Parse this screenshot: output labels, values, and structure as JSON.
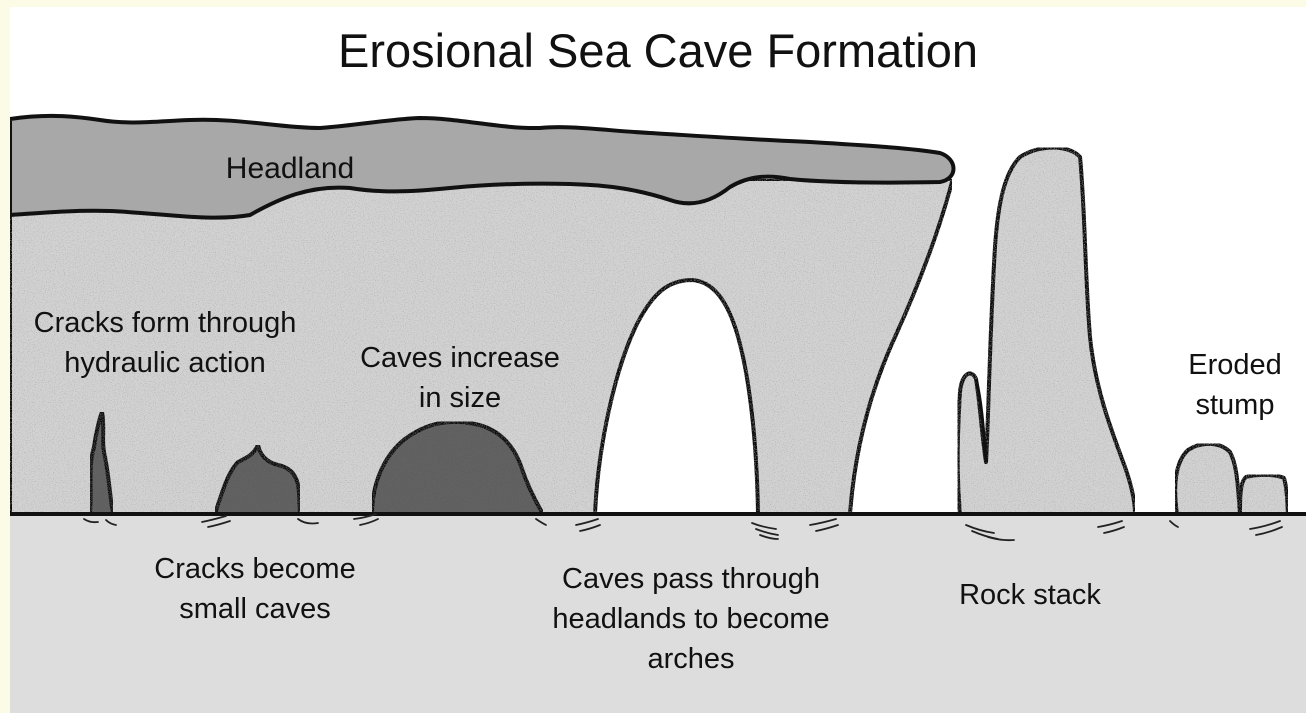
{
  "title": "Erosional Sea Cave Formation",
  "labels": {
    "headland": "Headland",
    "cracks_form": [
      "Cracks form through",
      "hydraulic action"
    ],
    "caves_increase": [
      "Caves increase",
      "in size"
    ],
    "cracks_become": [
      "Cracks become",
      "small caves"
    ],
    "caves_pass": [
      "Caves pass through",
      "headlands to become",
      "arches"
    ],
    "rock_stack": "Rock stack",
    "eroded_stump": [
      "Eroded",
      "stump"
    ]
  },
  "colors": {
    "page_border": "#fbfbe6",
    "headland_fill": "#a8a8a8",
    "rock_fill": "#d2d2d2",
    "cave_fill": "#5e5e5e",
    "sea_fill": "#dddddd",
    "outline": "#111111"
  }
}
